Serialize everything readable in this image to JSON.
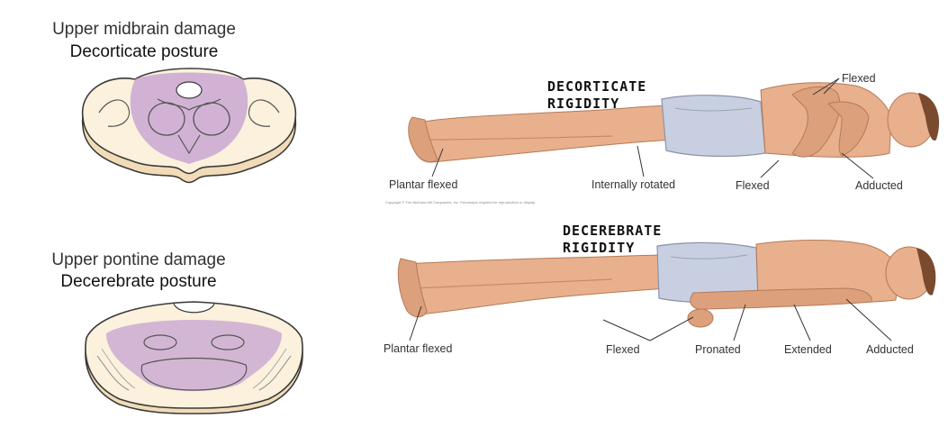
{
  "brainstem": {
    "top": {
      "line1": "Upper midbrain damage",
      "line2": "Decorticate posture"
    },
    "bottom": {
      "line1": "Upper pontine damage",
      "line2": "Decerebrate posture"
    }
  },
  "decorticate": {
    "title_line1": "DECORTICATE",
    "title_line2": "RIGIDITY",
    "labels": {
      "flexed_top": "Flexed",
      "plantar": "Plantar flexed",
      "internally_rotated": "Internally rotated",
      "flexed_arm": "Flexed",
      "adducted": "Adducted"
    },
    "credit": "Copyright © The McGraw-Hill Companies, Inc. Permission required for reproduction or display."
  },
  "decerebrate": {
    "title_line1": "DECEREBRATE",
    "title_line2": "RIGIDITY",
    "labels": {
      "plantar": "Plantar flexed",
      "flexed": "Flexed",
      "pronated": "Pronated",
      "extended": "Extended",
      "adducted": "Adducted"
    }
  },
  "colors": {
    "tissue": "#fbf1dc",
    "outline": "#3a3a3a",
    "lesion": "#c9a7d2",
    "skin": "#e8b08d",
    "skin_shade": "#c98a66",
    "shorts": "#c8cfe0"
  }
}
